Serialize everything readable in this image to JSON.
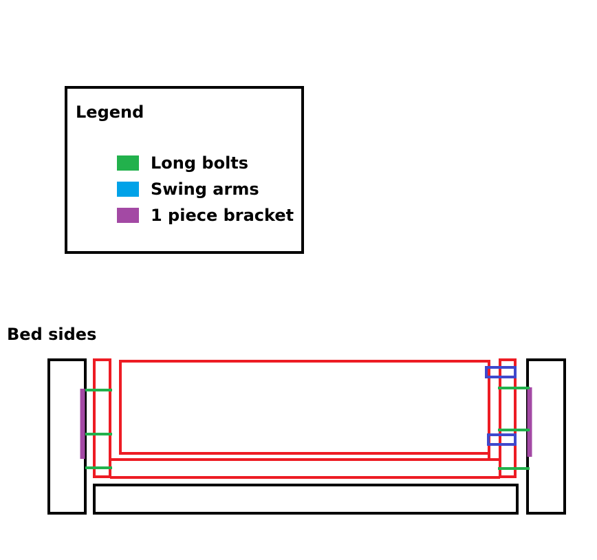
{
  "legend": {
    "title": "Legend",
    "items": [
      {
        "label": "Long bolts",
        "color": "#22b14c"
      },
      {
        "label": "Swing arms",
        "color": "#00a2e8"
      },
      {
        "label": "1 piece bracket",
        "color": "#a349a4"
      }
    ]
  },
  "section_label": "Bed sides",
  "colors": {
    "outline": "#000000",
    "frame": "#ed1c24",
    "bolt": "#22b14c",
    "bracket": "#a349a4",
    "swing_arm": "#3f48cc"
  }
}
